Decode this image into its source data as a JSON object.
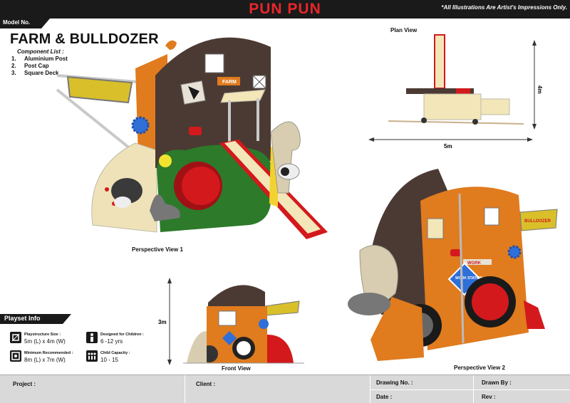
{
  "header": {
    "brand": "PUN PUN",
    "disclaimer": "*All Illustrations Are Artist's Impressions Only.",
    "model_label": "Model No."
  },
  "product": {
    "title": "FARM & BULLDOZER",
    "component_heading": "Component List :",
    "components": [
      {
        "num": "1.",
        "name": "Aluminium Post"
      },
      {
        "num": "2.",
        "name": "Post Cap"
      },
      {
        "num": "3.",
        "name": "Square Deck"
      }
    ]
  },
  "views": {
    "perspective1": "Perspective View 1",
    "plan": "Plan View",
    "front": "Front  View",
    "perspective2": "Perspective View 2",
    "plan_width": "5m",
    "plan_depth": "4m",
    "front_height": "3m"
  },
  "illustration_text": {
    "farm_sign": "FARM",
    "bulldozer_sign": "BULLDOZER",
    "work_station": "WORK STATION",
    "work_strip": "WORK"
  },
  "playset_info": {
    "title": "Playset Info",
    "size_label": "Playstructure Size :",
    "size_value": "5m (L) x 4m (W)",
    "min_label": "Minimum Recommended :",
    "min_value": "8m (L) x 7m (W)",
    "designed_label": "Designed for Children :",
    "designed_value": "6 -12 yrs",
    "capacity_label": "Child Capacity :",
    "capacity_value": "10 - 15"
  },
  "footer": {
    "project": "Project :",
    "client": "Client :",
    "drawing_no": "Drawing No. :",
    "drawn_by": "Drawn By :",
    "date": "Date :",
    "rev": "Rev :"
  },
  "colors": {
    "brand_red": "#e8262a",
    "header_black": "#1a1a1a",
    "barn_brown": "#4b3a33",
    "bulldozer_orange": "#e07b1e",
    "slide_cream": "#f3e6b8",
    "slide_red": "#d3191c",
    "bush_green": "#2c7a2a",
    "footer_grey": "#d9d9d9"
  }
}
